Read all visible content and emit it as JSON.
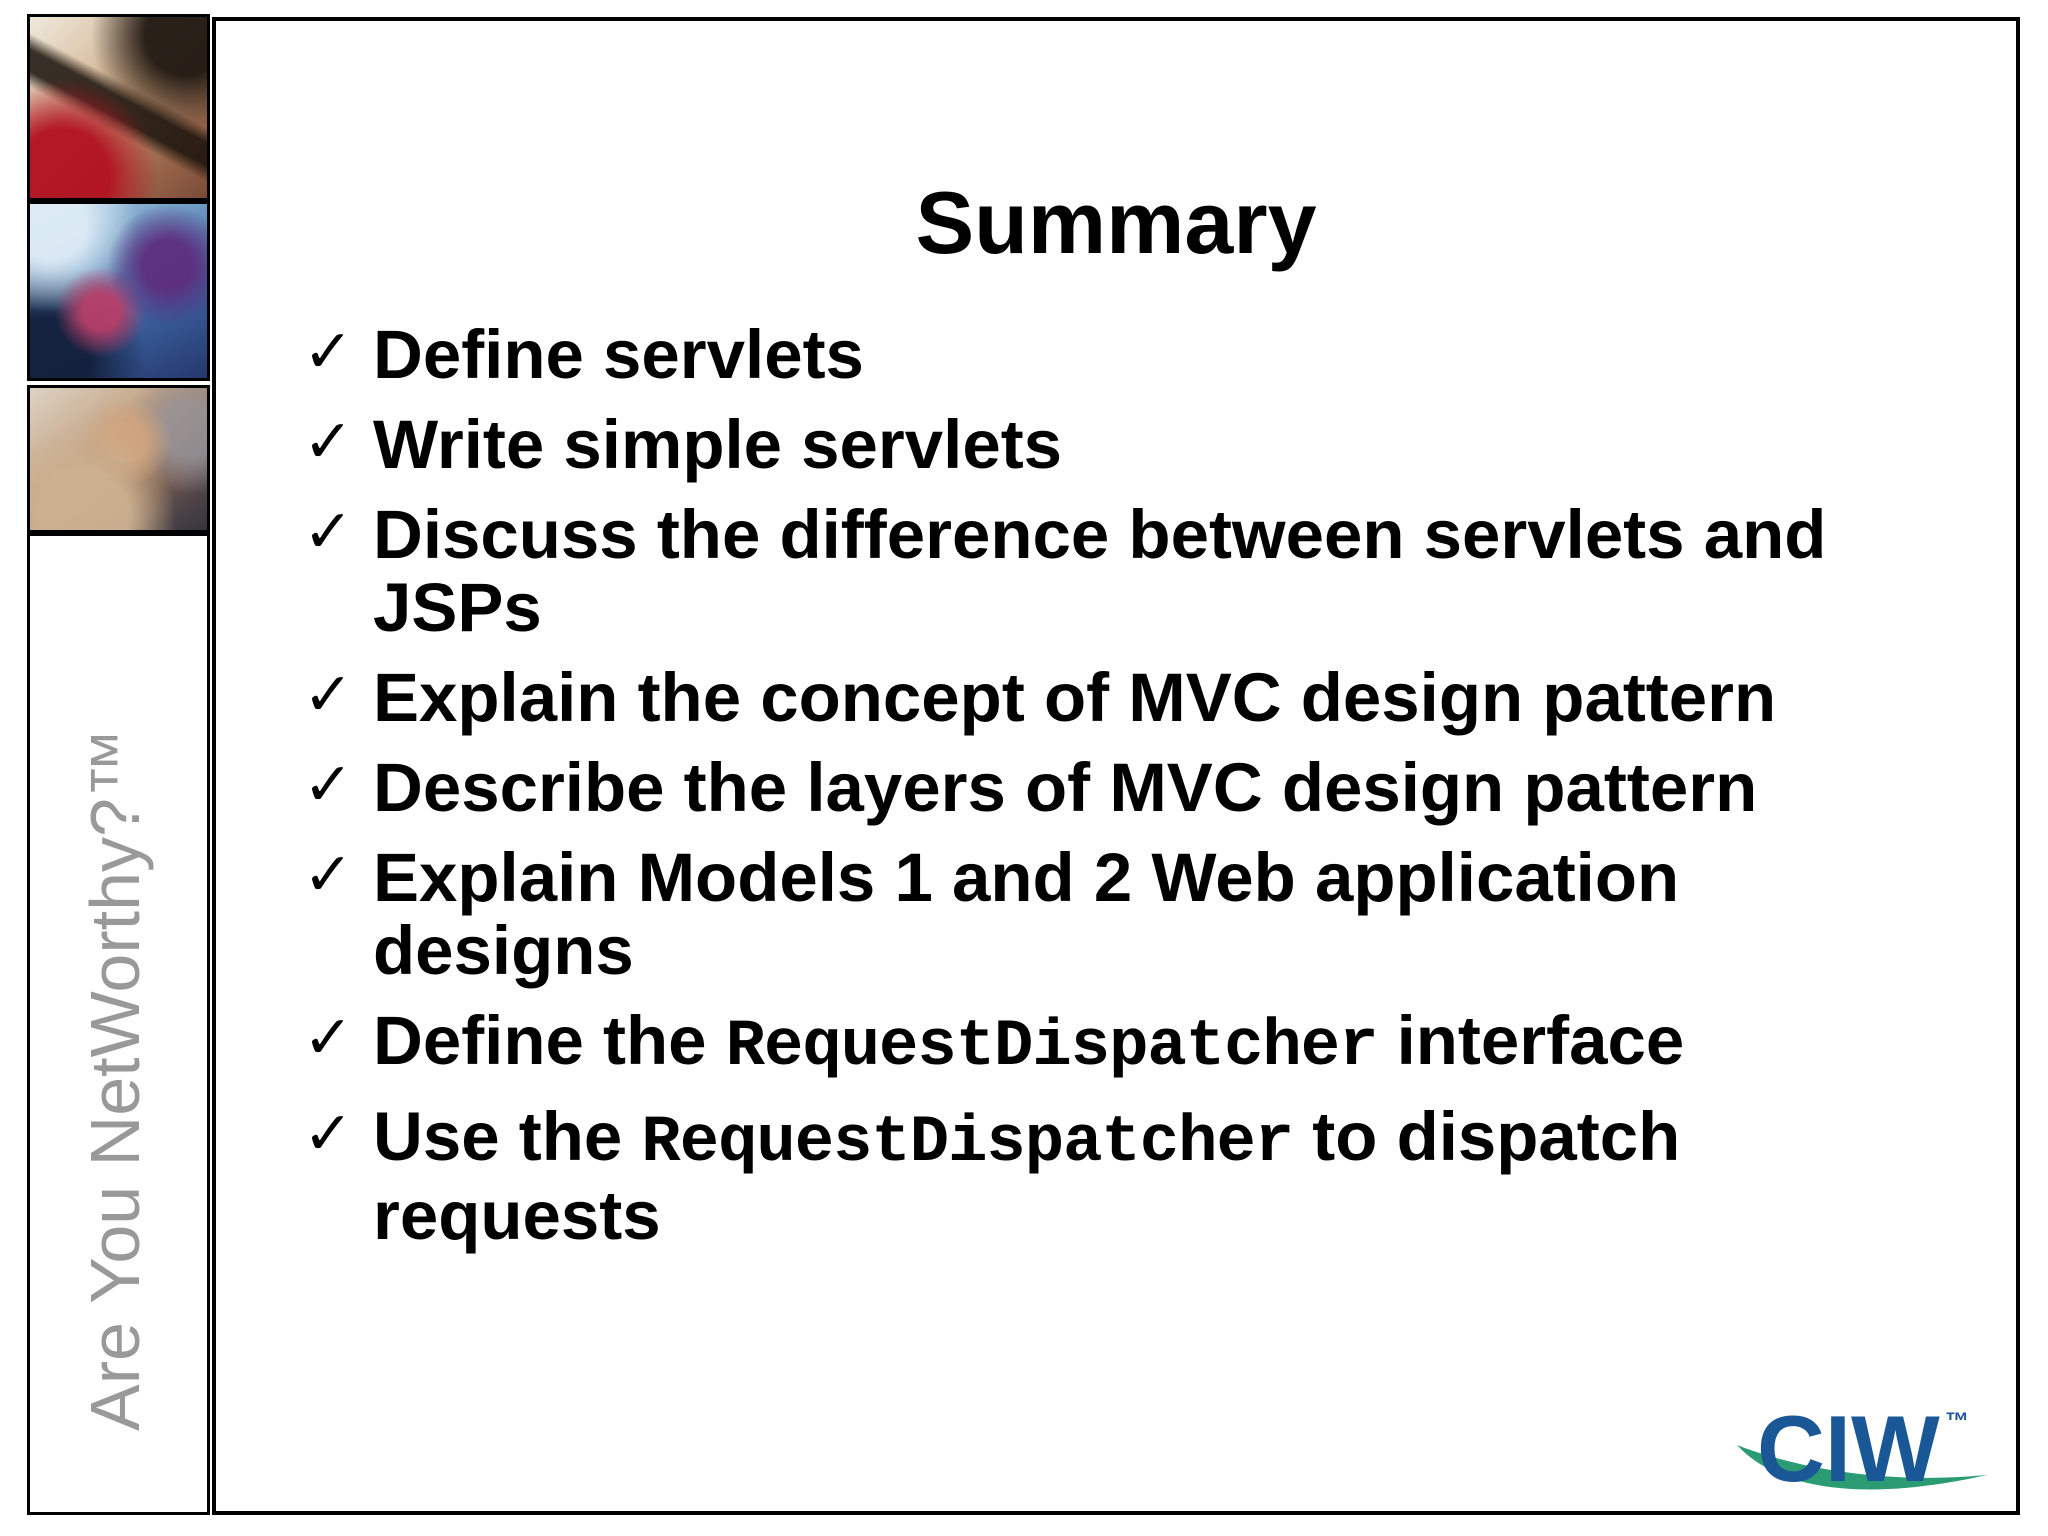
{
  "slide": {
    "title": "Summary",
    "bullet_marker": "✓",
    "bullets": [
      {
        "segments": [
          {
            "text": "Define servlets"
          }
        ]
      },
      {
        "segments": [
          {
            "text": "Write simple servlets"
          }
        ]
      },
      {
        "segments": [
          {
            "text": "Discuss the difference between servlets and JSPs"
          }
        ]
      },
      {
        "segments": [
          {
            "text": "Explain the concept of MVC design pattern"
          }
        ]
      },
      {
        "segments": [
          {
            "text": "Describe the layers of MVC design pattern"
          }
        ]
      },
      {
        "segments": [
          {
            "text": "Explain Models 1 and 2 Web application designs"
          }
        ]
      },
      {
        "segments": [
          {
            "text": "Define the "
          },
          {
            "text": "RequestDispatcher",
            "mono": true
          },
          {
            "text": " interface"
          }
        ]
      },
      {
        "segments": [
          {
            "text": "Use the "
          },
          {
            "text": "RequestDispatcher",
            "mono": true
          },
          {
            "text": " to dispatch requests"
          }
        ]
      }
    ]
  },
  "sidebar": {
    "tagline": "Are You NetWorthy?™",
    "tagline_color": "#999999",
    "photos": [
      {
        "name": "man-with-glasses-photo"
      },
      {
        "name": "classroom-group-photo"
      },
      {
        "name": "woman-listening-photo"
      }
    ]
  },
  "logo": {
    "text": "CIW",
    "trademark": "™",
    "blue": "#1a5796",
    "green": "#2a9b72"
  },
  "colors": {
    "border": "#000000",
    "text": "#000000",
    "background": "#ffffff"
  }
}
